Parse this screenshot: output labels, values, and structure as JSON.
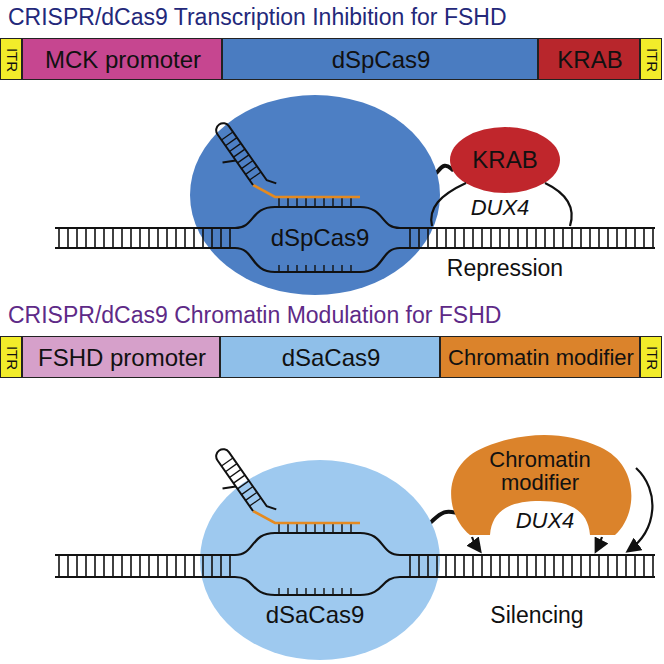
{
  "diagram": {
    "nodes": [
      {
        "text": [
          "ITR"
        ]
      },
      {
        "text": [
          "MCK promoter"
        ]
      },
      {
        "text": [
          "dSpCas9"
        ]
      },
      {
        "text": [
          "KRAB"
        ]
      },
      {
        "text": [
          "ITR"
        ]
      },
      {
        "text": [
          "KRAB"
        ]
      },
      {
        "text": [
          "dSpCas9"
        ]
      },
      {
        "text": [
          "ITR"
        ]
      },
      {
        "text": [
          "FSHD promoter"
        ]
      },
      {
        "text": [
          "dSaCas9"
        ]
      },
      {
        "text": [
          "Chromatin modifier"
        ]
      },
      {
        "text": [
          "ITR"
        ]
      },
      {
        "text": [
          "Chromatin modifier"
        ]
      },
      {
        "text": [
          "dSaCas9"
        ]
      }
    ],
    "edges": [
      {
        "from": 6,
        "to": 5,
        "arrow": "none"
      },
      {
        "from": 13,
        "to": 12,
        "arrow": "none"
      }
    ],
    "labels": [
      "CRISPR/dCas9 Transcription Inhibition for FSHD",
      "DUX4",
      "Repression",
      "CRISPR/dCas9 Chromatin Modulation for FSHD",
      "DUX4",
      "Silencing"
    ]
  }
}
